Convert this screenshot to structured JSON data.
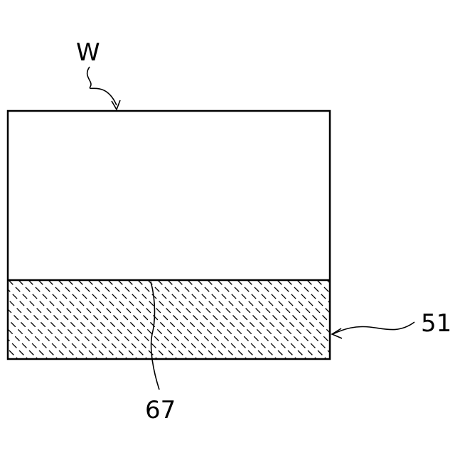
{
  "labels": {
    "workpiece": "W",
    "layer": "51",
    "boundary": "67"
  },
  "colors": {
    "line": "#000000",
    "background": "#ffffff"
  },
  "pattern": "diagonal-dashed-hatch"
}
